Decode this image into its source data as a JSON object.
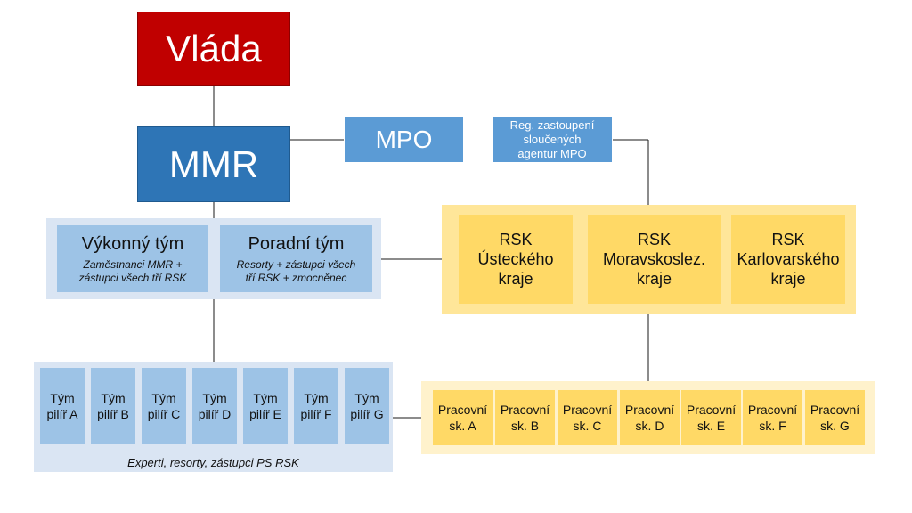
{
  "government": {
    "label": "Vláda"
  },
  "ministry": {
    "label": "MMR"
  },
  "mpo": {
    "label": "MPO"
  },
  "regional_agency": {
    "lines": [
      "Reg. zastoupení",
      "sloučených",
      "agentur MPO"
    ]
  },
  "executive_team": {
    "title": "Výkonný tým",
    "subtitle_lines": [
      "Zaměstnanci MMR +",
      "zástupci všech tří RSK"
    ]
  },
  "advisory_team": {
    "title": "Poradní tým",
    "subtitle_lines": [
      "Resorty + zástupci všech",
      "tří RSK + zmocněnec"
    ]
  },
  "rsk": [
    {
      "lines": [
        "RSK",
        "Ústeckého",
        "kraje"
      ]
    },
    {
      "lines": [
        "RSK",
        "Moravskoslez.",
        "kraje"
      ]
    },
    {
      "lines": [
        "RSK",
        "Karlovarského",
        "kraje"
      ]
    }
  ],
  "pillar_teams": [
    {
      "lines": [
        "Tým",
        "pilíř A"
      ]
    },
    {
      "lines": [
        "Tým",
        "pilíř B"
      ]
    },
    {
      "lines": [
        "Tým",
        "pilíř C"
      ]
    },
    {
      "lines": [
        "Tým",
        "pilíř D"
      ]
    },
    {
      "lines": [
        "Tým",
        "pilíř E"
      ]
    },
    {
      "lines": [
        "Tým",
        "pilíř F"
      ]
    },
    {
      "lines": [
        "Tým",
        "pilíř G"
      ]
    }
  ],
  "pillar_caption": "Experti, resorty, zástupci PS RSK",
  "working_groups": [
    {
      "lines": [
        "Pracovní",
        "sk. A"
      ]
    },
    {
      "lines": [
        "Pracovní",
        "sk. B"
      ]
    },
    {
      "lines": [
        "Pracovní",
        "sk. C"
      ]
    },
    {
      "lines": [
        "Pracovní",
        "sk. D"
      ]
    },
    {
      "lines": [
        "Pracovní",
        "sk. E"
      ]
    },
    {
      "lines": [
        "Pracovní",
        "sk. F"
      ]
    },
    {
      "lines": [
        "Pracovní",
        "sk. G"
      ]
    }
  ],
  "colors": {
    "government": "#c00000",
    "ministry": "#2e75b6",
    "light_blue": "#5b9bd5",
    "pale_blue": "#9dc3e6",
    "yellow": "#ffd966"
  }
}
